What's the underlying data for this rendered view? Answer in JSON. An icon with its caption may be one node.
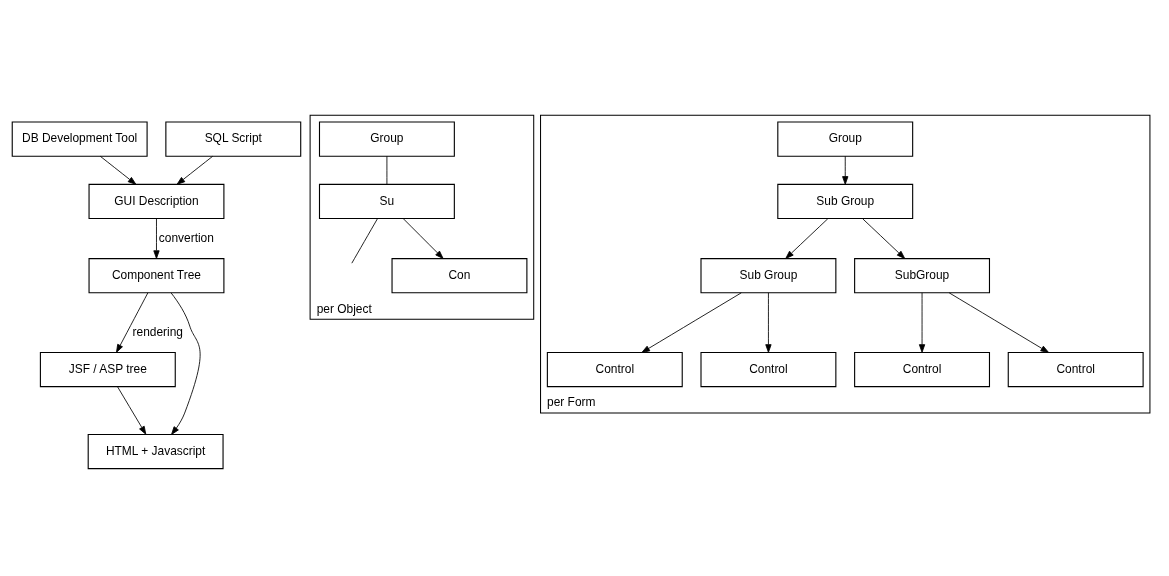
{
  "diagram": {
    "nodes": [
      {
        "text": [
          "DB Development Tool"
        ]
      },
      {
        "text": [
          "SQL Script"
        ]
      },
      {
        "text": [
          "GUI Description"
        ]
      },
      {
        "text": [
          "Component Tree"
        ]
      },
      {
        "text": [
          "JSF / ASP tree"
        ]
      },
      {
        "text": [
          "HTML + Javascript"
        ]
      },
      {
        "text": [
          "per Object"
        ]
      },
      {
        "text": [
          "Group"
        ],
        "in": 6
      },
      {
        "text": [
          "Su"
        ],
        "in": 6
      },
      {
        "text": [
          "Con"
        ],
        "in": 6
      },
      {
        "text": [
          "per Form"
        ]
      },
      {
        "text": [
          "Group"
        ],
        "in": 10
      },
      {
        "text": [
          "Sub Group"
        ],
        "in": 10
      },
      {
        "text": [
          "Sub Group"
        ],
        "in": 10
      },
      {
        "text": [
          "SubGroup"
        ],
        "in": 10
      },
      {
        "text": [
          "Control"
        ],
        "in": 10
      },
      {
        "text": [
          "Control"
        ],
        "in": 10
      },
      {
        "text": [
          "Control"
        ],
        "in": 10
      },
      {
        "text": [
          "Control"
        ],
        "in": 10
      }
    ],
    "edges": [
      {
        "from": 0,
        "to": 2,
        "arrow": "to"
      },
      {
        "from": 1,
        "to": 2,
        "arrow": "to"
      },
      {
        "from": 2,
        "to": 3,
        "arrow": "to",
        "label": "convertion"
      },
      {
        "from": 3,
        "to": 4,
        "arrow": "to",
        "label": "rendering"
      },
      {
        "from": 3,
        "to": 5,
        "arrow": "to"
      },
      {
        "from": 4,
        "to": 5,
        "arrow": "to"
      },
      {
        "from": 7,
        "to": 8,
        "arrow": "none"
      },
      {
        "from": 8,
        "to": 9,
        "arrow": "to"
      },
      {
        "from": 8,
        "to": null,
        "arrow": "none"
      },
      {
        "from": 11,
        "to": 12,
        "arrow": "to"
      },
      {
        "from": 12,
        "to": 13,
        "arrow": "to"
      },
      {
        "from": 12,
        "to": 14,
        "arrow": "to"
      },
      {
        "from": 13,
        "to": 15,
        "arrow": "to"
      },
      {
        "from": 13,
        "to": 17,
        "arrow": "to"
      },
      {
        "from": 14,
        "to": 16,
        "arrow": "to"
      },
      {
        "from": 14,
        "to": 18,
        "arrow": "to"
      }
    ]
  }
}
